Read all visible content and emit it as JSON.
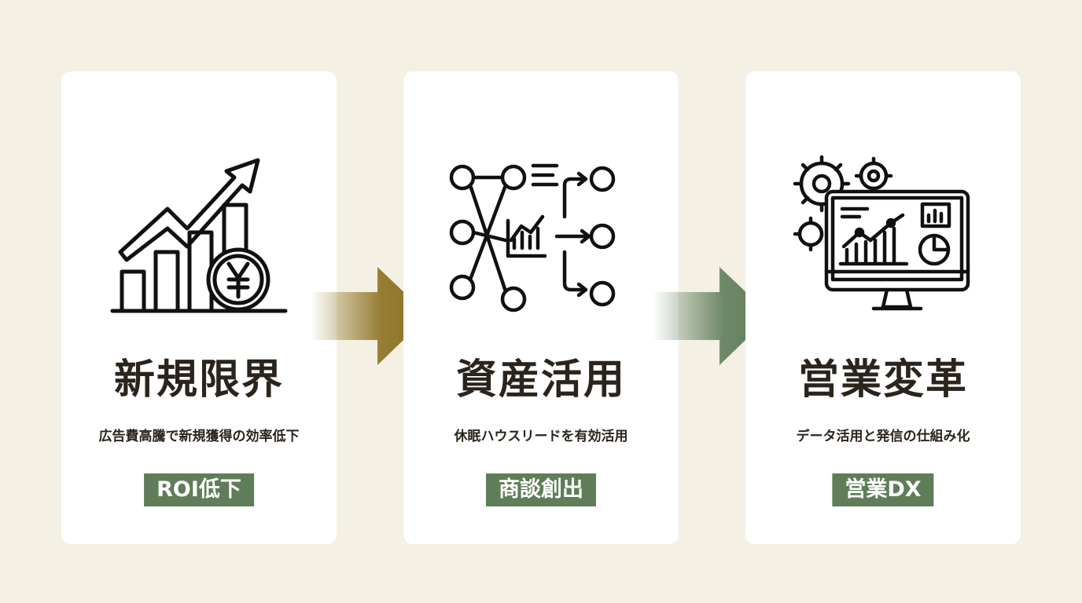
{
  "steps": [
    {
      "title": "新規限界",
      "description": "広告費高騰で新規獲得の効率低下",
      "badge": "ROI低下",
      "icon": "rising-chart-yen-icon"
    },
    {
      "title": "資産活用",
      "description": "休眠ハウスリードを有効活用",
      "badge": "商談創出",
      "icon": "network-nodes-icon"
    },
    {
      "title": "営業変革",
      "description": "データ活用と発信の仕組み化",
      "badge": "営業DX",
      "icon": "monitor-gears-icon"
    }
  ],
  "colors": {
    "background": "#f4f0e4",
    "card": "#ffffff",
    "text": "#2a241c",
    "badge": "#5f7d59",
    "arrow_1": "#8c7020",
    "arrow_2": "#5f7d59"
  }
}
